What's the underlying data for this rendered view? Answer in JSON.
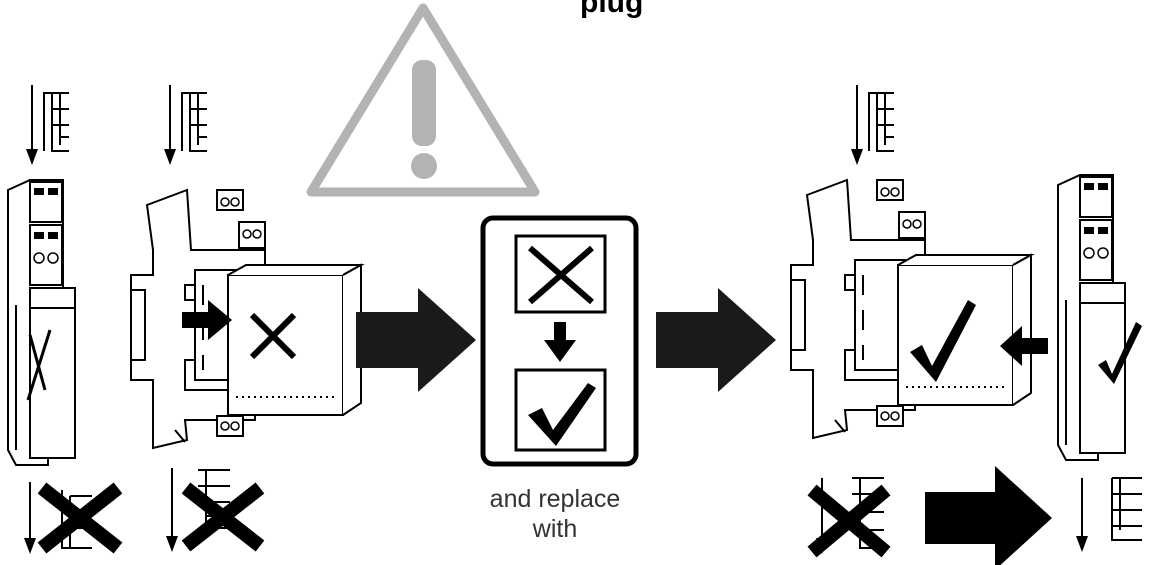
{
  "colors": {
    "ink": "#000000",
    "arrow": "#1a1a1a",
    "warning": "#b3b3b3",
    "caption": "#333333"
  },
  "top_text": "plug",
  "caption": {
    "line1": "and replace",
    "line2": "with"
  },
  "icons": {
    "warning": "warning-triangle-icon",
    "bad": "cross-mark-icon",
    "good": "check-mark-icon",
    "flow": "arrow-right-icon",
    "signal": "pulse-signal-icon"
  }
}
